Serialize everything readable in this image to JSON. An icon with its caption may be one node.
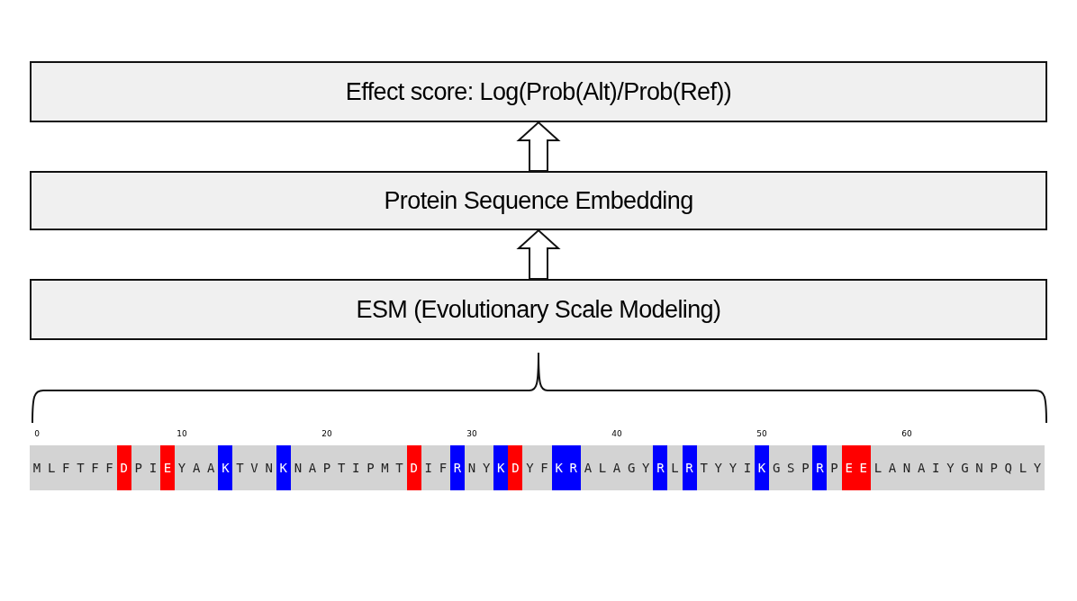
{
  "diagram": {
    "nodes": [
      {
        "text": [
          "Effect score: Log(Prob(Alt)/Prob(Ref))"
        ]
      },
      {
        "text": [
          "Protein Sequence Embedding"
        ]
      },
      {
        "text": [
          "ESM (Evolutionary Scale Modeling)"
        ]
      },
      {
        "text": [],
        "shape": "bar"
      },
      {
        "text": [
          "M"
        ],
        "in": 3
      },
      {
        "text": [
          "L"
        ],
        "in": 3
      },
      {
        "text": [
          "F"
        ],
        "in": 3
      },
      {
        "text": [
          "T"
        ],
        "in": 3
      },
      {
        "text": [
          "F"
        ],
        "in": 3
      },
      {
        "text": [
          "F"
        ],
        "in": 3
      },
      {
        "text": [
          "D"
        ],
        "in": 3
      },
      {
        "text": [
          "P"
        ],
        "in": 3
      },
      {
        "text": [
          "I"
        ],
        "in": 3
      },
      {
        "text": [
          "E"
        ],
        "in": 3
      },
      {
        "text": [
          "Y"
        ],
        "in": 3
      },
      {
        "text": [
          "A"
        ],
        "in": 3
      },
      {
        "text": [
          "A"
        ],
        "in": 3
      },
      {
        "text": [
          "K"
        ],
        "in": 3
      },
      {
        "text": [
          "T"
        ],
        "in": 3
      },
      {
        "text": [
          "V"
        ],
        "in": 3
      },
      {
        "text": [
          "N"
        ],
        "in": 3
      },
      {
        "text": [
          "K"
        ],
        "in": 3
      },
      {
        "text": [
          "N"
        ],
        "in": 3
      },
      {
        "text": [
          "A"
        ],
        "in": 3
      },
      {
        "text": [
          "P"
        ],
        "in": 3
      },
      {
        "text": [
          "T"
        ],
        "in": 3
      },
      {
        "text": [
          "I"
        ],
        "in": 3
      },
      {
        "text": [
          "P"
        ],
        "in": 3
      },
      {
        "text": [
          "M"
        ],
        "in": 3
      },
      {
        "text": [
          "T"
        ],
        "in": 3
      },
      {
        "text": [
          "D"
        ],
        "in": 3
      },
      {
        "text": [
          "I"
        ],
        "in": 3
      },
      {
        "text": [
          "F"
        ],
        "in": 3
      },
      {
        "text": [
          "R"
        ],
        "in": 3
      },
      {
        "text": [
          "N"
        ],
        "in": 3
      },
      {
        "text": [
          "Y"
        ],
        "in": 3
      },
      {
        "text": [
          "K"
        ],
        "in": 3
      },
      {
        "text": [
          "D"
        ],
        "in": 3
      },
      {
        "text": [
          "Y"
        ],
        "in": 3
      },
      {
        "text": [
          "F"
        ],
        "in": 3
      },
      {
        "text": [
          "K"
        ],
        "in": 3
      },
      {
        "text": [
          "R"
        ],
        "in": 3
      },
      {
        "text": [
          "A"
        ],
        "in": 3
      },
      {
        "text": [
          "L"
        ],
        "in": 3
      },
      {
        "text": [
          "A"
        ],
        "in": 3
      },
      {
        "text": [
          "G"
        ],
        "in": 3
      },
      {
        "text": [
          "Y"
        ],
        "in": 3
      },
      {
        "text": [
          "R"
        ],
        "in": 3
      },
      {
        "text": [
          "L"
        ],
        "in": 3
      },
      {
        "text": [
          "R"
        ],
        "in": 3
      },
      {
        "text": [
          "T"
        ],
        "in": 3
      },
      {
        "text": [
          "Y"
        ],
        "in": 3
      },
      {
        "text": [
          "Y"
        ],
        "in": 3
      },
      {
        "text": [
          "I"
        ],
        "in": 3
      },
      {
        "text": [
          "K"
        ],
        "in": 3
      },
      {
        "text": [
          "G"
        ],
        "in": 3
      },
      {
        "text": [
          "S"
        ],
        "in": 3
      },
      {
        "text": [
          "P"
        ],
        "in": 3
      },
      {
        "text": [
          "R"
        ],
        "in": 3
      },
      {
        "text": [
          "P"
        ],
        "in": 3
      },
      {
        "text": [
          "E"
        ],
        "in": 3
      },
      {
        "text": [
          "E"
        ],
        "in": 3
      },
      {
        "text": [
          "L"
        ],
        "in": 3
      },
      {
        "text": [
          "A"
        ],
        "in": 3
      },
      {
        "text": [
          "N"
        ],
        "in": 3
      },
      {
        "text": [
          "A"
        ],
        "in": 3
      },
      {
        "text": [
          "I"
        ],
        "in": 3
      },
      {
        "text": [
          "Y"
        ],
        "in": 3
      },
      {
        "text": [
          "G"
        ],
        "in": 3
      },
      {
        "text": [
          "N"
        ],
        "in": 3
      },
      {
        "text": [
          "P"
        ],
        "in": 3
      },
      {
        "text": [
          "Q"
        ],
        "in": 3
      },
      {
        "text": [
          "L"
        ],
        "in": 3
      },
      {
        "text": [
          "Y"
        ],
        "in": 3
      }
    ],
    "edges": [
      {
        "from": 2,
        "to": 1,
        "arrow": "to"
      },
      {
        "from": 1,
        "to": 0,
        "arrow": "to"
      }
    ],
    "labels": [
      "0",
      "10",
      "20",
      "30",
      "40",
      "50",
      "60"
    ]
  }
}
